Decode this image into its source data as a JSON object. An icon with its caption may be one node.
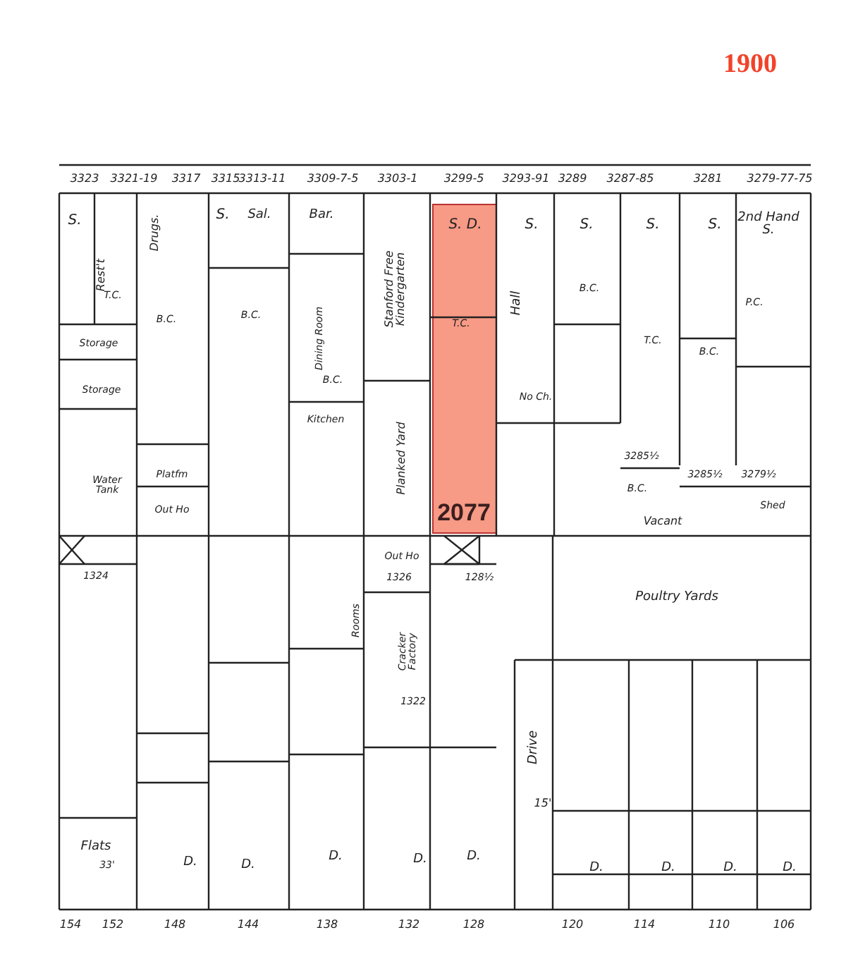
{
  "diagram": {
    "title": "1900",
    "labels": [
      "3323",
      "3321-19",
      "3317",
      "3315",
      "3313-11",
      "3309-7-5",
      "3303-1",
      "3299-5",
      "3293-91",
      "3289",
      "3287-85",
      "3281",
      "3279-77-75",
      "S.",
      "Rest't",
      "Drugs.",
      "S.",
      "Sal.",
      "Bar.",
      "Stanford Free Kindergarten",
      "S. D.",
      "Hall",
      "S.",
      "S.",
      "S.",
      "S.",
      "2nd Hand S.",
      "T.C.",
      "B.C.",
      "B.C.",
      "B.C.",
      "T.C.",
      "B.C.",
      "T.C.",
      "B.C.",
      "P.C.",
      "Storage",
      "Storage",
      "Water Tank",
      "Platfm",
      "Out Ho",
      "Dining Room",
      "Kitchen",
      "Planked Yard",
      "2077",
      "No Ch.",
      "3285½",
      "B.C.",
      "Vacant",
      "3285½",
      "3279½",
      "Shed",
      "1324",
      "Out Ho",
      "1326",
      "Rooms",
      "Cracker Factory",
      "1322",
      "128½",
      "Poultry Yards",
      "Drive",
      "15'",
      "Flats",
      "33'",
      "D.",
      "D.",
      "D.",
      "D.",
      "D.",
      "D.",
      "D.",
      "D.",
      "D.",
      "154",
      "152",
      "148",
      "144",
      "138",
      "132",
      "128",
      "120",
      "114",
      "110",
      "106"
    ]
  }
}
